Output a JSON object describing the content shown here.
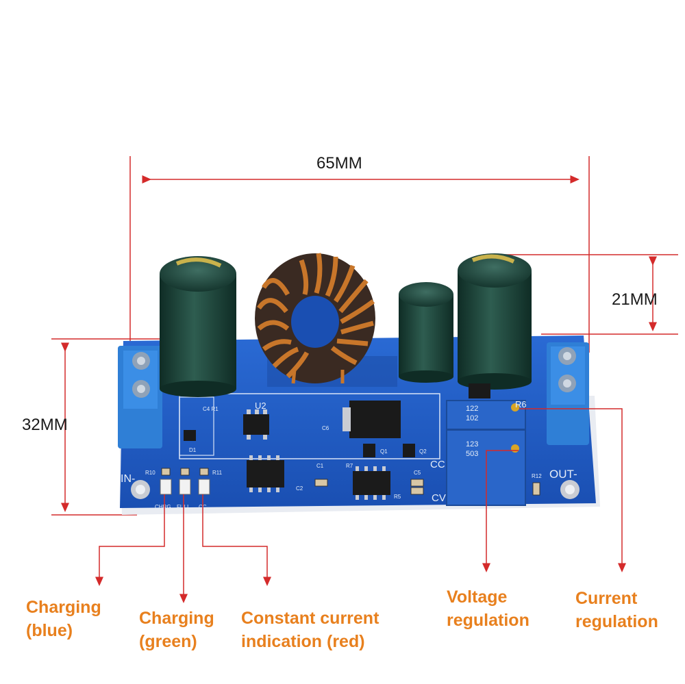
{
  "dimensions": {
    "width_label": "65MM",
    "height_label": "32MM",
    "component_height_label": "21MM"
  },
  "board_silkscreen": {
    "in_minus": "IN-",
    "out_minus": "OUT-",
    "cc": "CC",
    "cv": "CV",
    "u2": "U2",
    "led_labels": [
      "CHRG",
      "FULL",
      "CC"
    ],
    "pot1_code": "102",
    "pot1_value": "122",
    "pot2_code": "503",
    "pot2_value": "123",
    "ref_r10": "R10",
    "ref_r11": "R11",
    "ref_r12": "R12",
    "ref_r7": "R7",
    "ref_r5": "R5",
    "ref_c1": "C1",
    "ref_c2": "C2",
    "ref_c6": "C6",
    "ref_c5": "C5",
    "ref_q1": "Q1",
    "ref_q2": "Q2",
    "ref_d1": "D1",
    "ref_c4r1": "C4 R1",
    "ref_r6": "R6"
  },
  "callouts": {
    "charging_blue": "Charging\n(blue)",
    "charging_green": "Charging\n(green)",
    "constant_current": "Constant current\nindication (red)",
    "voltage_regulation": "Voltage\nregulation",
    "current_regulation": "Current\nregulation"
  },
  "colors": {
    "callout_text": "#e8801e",
    "pointer_line": "#d42a2a",
    "pcb": "#1f5cc4",
    "terminal": "#2f7fd6",
    "capacitor": "#1e4a3e",
    "copper": "#c8762a"
  }
}
